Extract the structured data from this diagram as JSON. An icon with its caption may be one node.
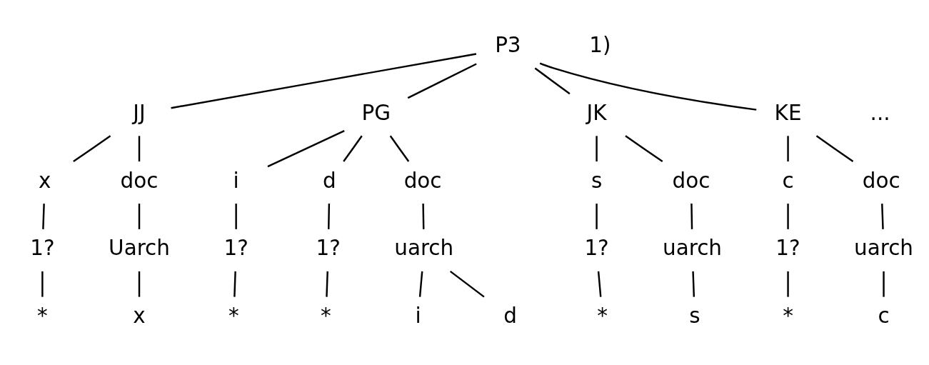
{
  "diagram": {
    "nodes": [
      {
        "text": [
          "P3"
        ]
      },
      {
        "text": [
          "JJ"
        ]
      },
      {
        "text": [
          "PG"
        ]
      },
      {
        "text": [
          "JK"
        ]
      },
      {
        "text": [
          "KE"
        ]
      },
      {
        "text": [
          "x"
        ]
      },
      {
        "text": [
          "doc"
        ]
      },
      {
        "text": [
          "i"
        ]
      },
      {
        "text": [
          "d"
        ]
      },
      {
        "text": [
          "doc"
        ]
      },
      {
        "text": [
          "s"
        ]
      },
      {
        "text": [
          "doc"
        ]
      },
      {
        "text": [
          "c"
        ]
      },
      {
        "text": [
          "doc"
        ]
      },
      {
        "text": [
          "1?"
        ]
      },
      {
        "text": [
          "Uarch"
        ]
      },
      {
        "text": [
          "1?"
        ]
      },
      {
        "text": [
          "1?"
        ]
      },
      {
        "text": [
          "uarch"
        ]
      },
      {
        "text": [
          "1?"
        ]
      },
      {
        "text": [
          "uarch"
        ]
      },
      {
        "text": [
          "1?"
        ]
      },
      {
        "text": [
          "uarch"
        ]
      },
      {
        "text": [
          "*"
        ]
      },
      {
        "text": [
          "x"
        ]
      },
      {
        "text": [
          "*"
        ]
      },
      {
        "text": [
          "*"
        ]
      },
      {
        "text": [
          "i"
        ]
      },
      {
        "text": [
          "d"
        ]
      },
      {
        "text": [
          "*"
        ]
      },
      {
        "text": [
          "s"
        ]
      },
      {
        "text": [
          "*"
        ]
      },
      {
        "text": [
          "c"
        ]
      }
    ],
    "edges": [
      {
        "from": 0,
        "to": 1,
        "arrow": "none"
      },
      {
        "from": 0,
        "to": 2,
        "arrow": "none"
      },
      {
        "from": 0,
        "to": 3,
        "arrow": "none"
      },
      {
        "from": 0,
        "to": 4,
        "arrow": "none"
      },
      {
        "from": 1,
        "to": 5,
        "arrow": "none"
      },
      {
        "from": 1,
        "to": 6,
        "arrow": "none"
      },
      {
        "from": 2,
        "to": 7,
        "arrow": "none"
      },
      {
        "from": 2,
        "to": 8,
        "arrow": "none"
      },
      {
        "from": 2,
        "to": 9,
        "arrow": "none"
      },
      {
        "from": 3,
        "to": 10,
        "arrow": "none"
      },
      {
        "from": 3,
        "to": 11,
        "arrow": "none"
      },
      {
        "from": 4,
        "to": 12,
        "arrow": "none"
      },
      {
        "from": 4,
        "to": 13,
        "arrow": "none"
      },
      {
        "from": 5,
        "to": 14,
        "arrow": "none"
      },
      {
        "from": 6,
        "to": 15,
        "arrow": "none"
      },
      {
        "from": 7,
        "to": 16,
        "arrow": "none"
      },
      {
        "from": 8,
        "to": 17,
        "arrow": "none"
      },
      {
        "from": 9,
        "to": 18,
        "arrow": "none"
      },
      {
        "from": 10,
        "to": 19,
        "arrow": "none"
      },
      {
        "from": 11,
        "to": 20,
        "arrow": "none"
      },
      {
        "from": 12,
        "to": 21,
        "arrow": "none"
      },
      {
        "from": 13,
        "to": 22,
        "arrow": "none"
      },
      {
        "from": 14,
        "to": 23,
        "arrow": "none"
      },
      {
        "from": 15,
        "to": 24,
        "arrow": "none"
      },
      {
        "from": 16,
        "to": 25,
        "arrow": "none"
      },
      {
        "from": 17,
        "to": 26,
        "arrow": "none"
      },
      {
        "from": 18,
        "to": 27,
        "arrow": "none"
      },
      {
        "from": 18,
        "to": 28,
        "arrow": "none"
      },
      {
        "from": 19,
        "to": 29,
        "arrow": "none"
      },
      {
        "from": 20,
        "to": 30,
        "arrow": "none"
      },
      {
        "from": 21,
        "to": 31,
        "arrow": "none"
      },
      {
        "from": 22,
        "to": 32,
        "arrow": "none"
      }
    ],
    "labels": [
      "1)",
      "..."
    ]
  }
}
